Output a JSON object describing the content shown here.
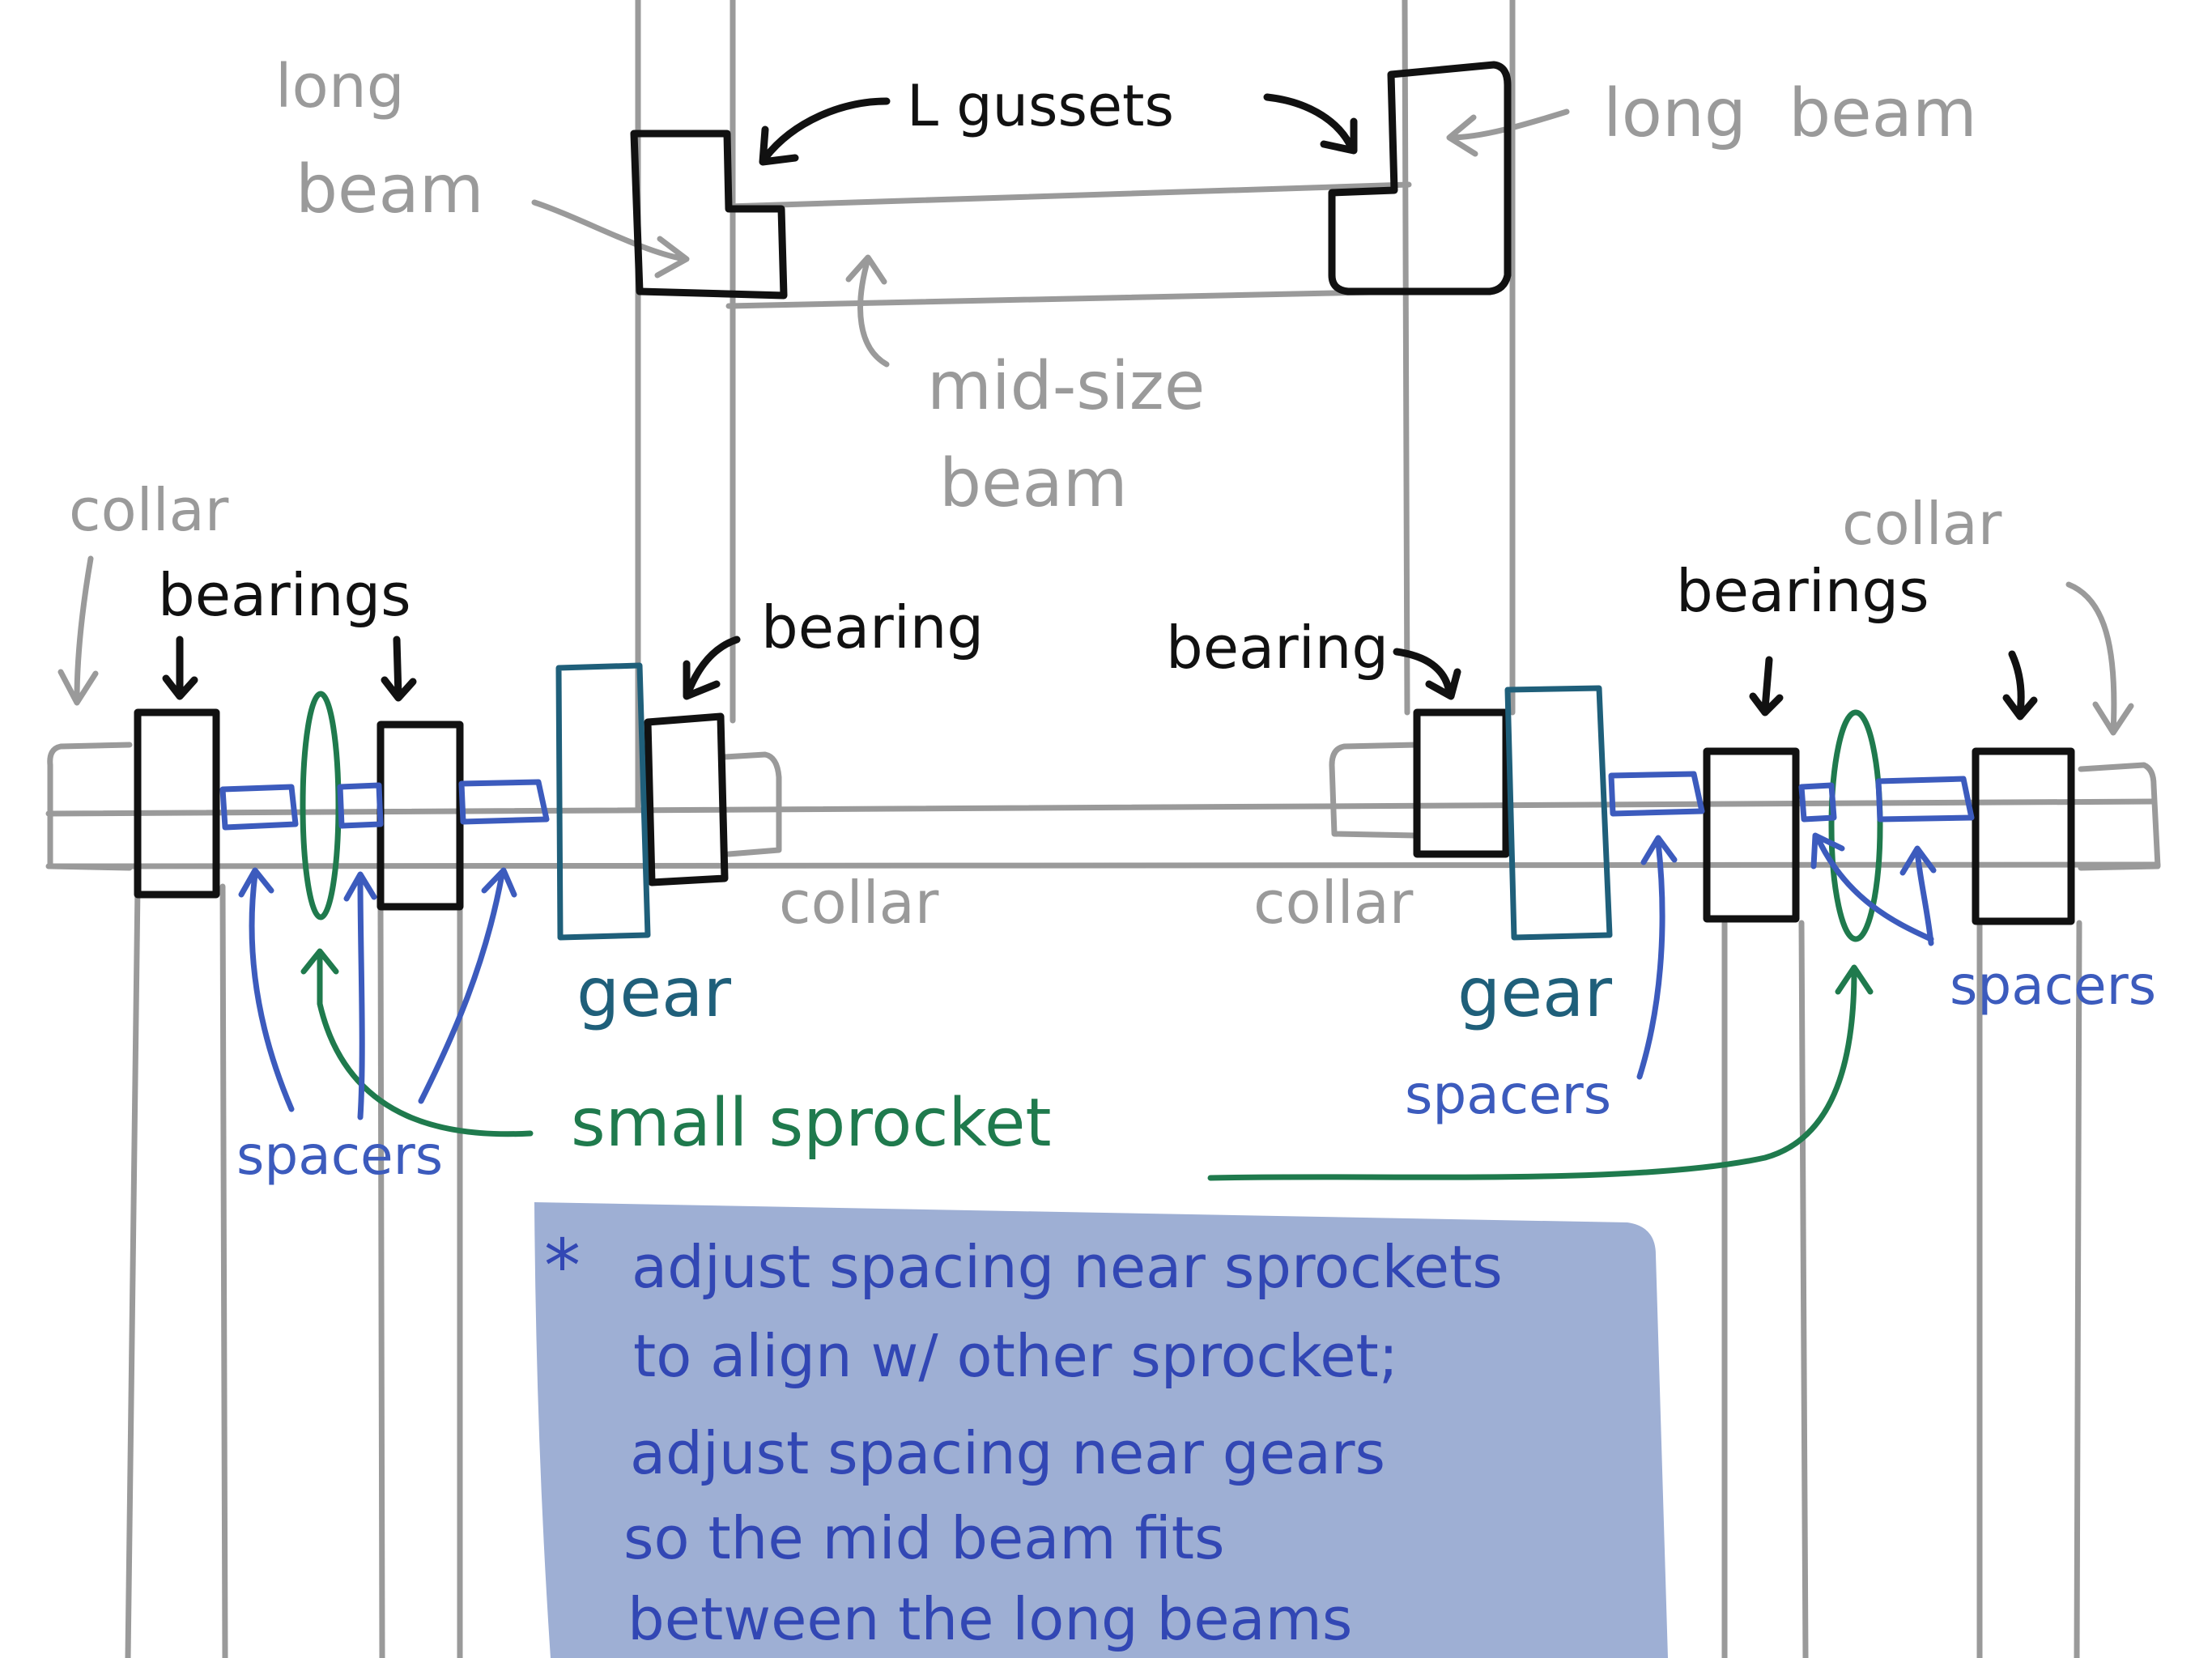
{
  "labels": {
    "long_beam_left": [
      "long",
      "beam"
    ],
    "long_beam_right": "long  beam",
    "l_gussets": "L gussets",
    "mid_size_beam": [
      "mid-size",
      "beam"
    ],
    "collar_top_left": "collar",
    "collar_top_right": "collar",
    "bearings_left": "bearings",
    "bearings_right": "bearings",
    "bearing_left": "bearing",
    "bearing_right": "bearing",
    "collar_mid_left": "collar",
    "collar_mid_right": "collar",
    "gear_left": "gear",
    "gear_right": "gear",
    "spacers_left": "spacers",
    "spacers_mid": "spacers",
    "spacers_right": "spacers",
    "small_sprocket": "small sprocket"
  },
  "note": {
    "marker": "*",
    "lines": [
      "adjust spacing near sprockets",
      "to align w/ other sprocket;",
      "adjust spacing near gears",
      "so the mid beam fits",
      "between the long beams"
    ]
  },
  "colors": {
    "frame": "#9a9a9a",
    "parts": "#111111",
    "spacers": "#3c5bbd",
    "gear": "#1f5f7a",
    "sprocket": "#1f7a4d",
    "note_box": "#9eafd4"
  }
}
